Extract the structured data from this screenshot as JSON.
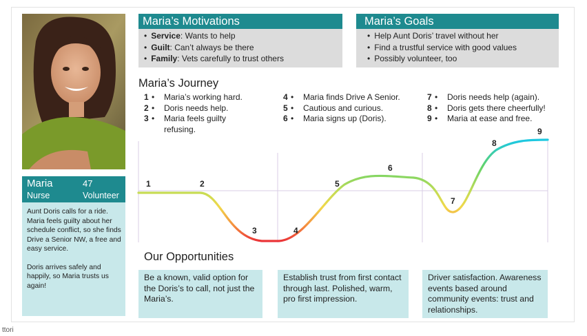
{
  "persona": {
    "name": "Maria",
    "age": "47",
    "occupation": "Nurse",
    "role": "Volunteer",
    "story": [
      "Aunt Doris calls for a ride. Maria feels guilty about her schedule conflict, so she finds Drive a Senior NW, a free and easy service.",
      "Doris arrives safely and happily, so Maria trusts us again!"
    ]
  },
  "motivations": {
    "title": "Maria’s Motivations",
    "items": [
      {
        "key": "Service",
        "text": ": Wants to help"
      },
      {
        "key": "Guilt",
        "text": ": Can’t always be there"
      },
      {
        "key": "Family",
        "text": ": Vets carefully to trust others"
      }
    ]
  },
  "goals": {
    "title": "Maria’s Goals",
    "items": [
      "Help Aunt Doris’ travel without her",
      "Find a trustful service with good values",
      "Possibly volunteer, too"
    ]
  },
  "journey": {
    "title": "Maria’s Journey",
    "steps": [
      {
        "num": "1",
        "text": "Maria’s working hard."
      },
      {
        "num": "2",
        "text": "Doris needs help."
      },
      {
        "num": "3",
        "text": "Maria feels guilty refusing."
      },
      {
        "num": "4",
        "text": "Maria finds Drive A Senior."
      },
      {
        "num": "5",
        "text": "Cautious and curious."
      },
      {
        "num": "6",
        "text": "Maria signs up (Doris)."
      },
      {
        "num": "7",
        "text": "Doris needs help (again)."
      },
      {
        "num": "8",
        "text": "Doris gets there cheerfully!"
      },
      {
        "num": "9",
        "text": "Maria at ease and free."
      }
    ]
  },
  "opportunities": {
    "title": "Our Opportunities",
    "items": [
      "Be a known, valid option for the Doris’s to call, not just the Maria’s.",
      "Establish trust from first contact through last. Polished, warm, pro first impression.",
      "Driver satisfaction. Awareness events based around community events: trust and relationships."
    ]
  },
  "stray_text": "ttori",
  "colors": {
    "teal": "#1e8a8f",
    "light_teal": "#c8e8ea",
    "gray": "#dcdcdc"
  }
}
